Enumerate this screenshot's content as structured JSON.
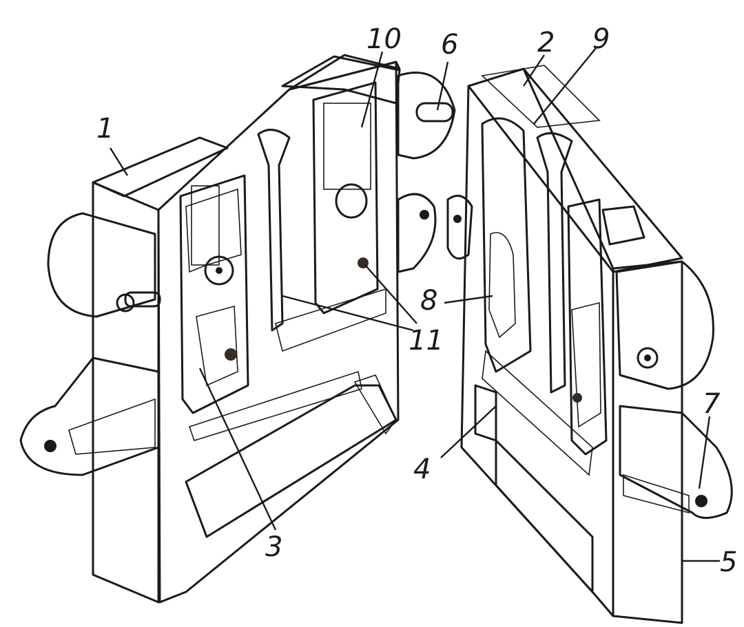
{
  "figure": {
    "callouts": [
      {
        "id": "c1",
        "text": "1"
      },
      {
        "id": "c2",
        "text": "2"
      },
      {
        "id": "c3",
        "text": "3"
      },
      {
        "id": "c4",
        "text": "4"
      },
      {
        "id": "c5",
        "text": "5"
      },
      {
        "id": "c6",
        "text": "6"
      },
      {
        "id": "c7",
        "text": "7"
      },
      {
        "id": "c8",
        "text": "8"
      },
      {
        "id": "c9",
        "text": "9"
      },
      {
        "id": "c10",
        "text": "10"
      },
      {
        "id": "c11",
        "text": "11"
      }
    ],
    "colors": {
      "ink": "#1a1a1a",
      "paper": "#ffffff",
      "shade": "#d9a898",
      "shade_dark": "#b57a68",
      "light": "#f3e4dc"
    }
  }
}
